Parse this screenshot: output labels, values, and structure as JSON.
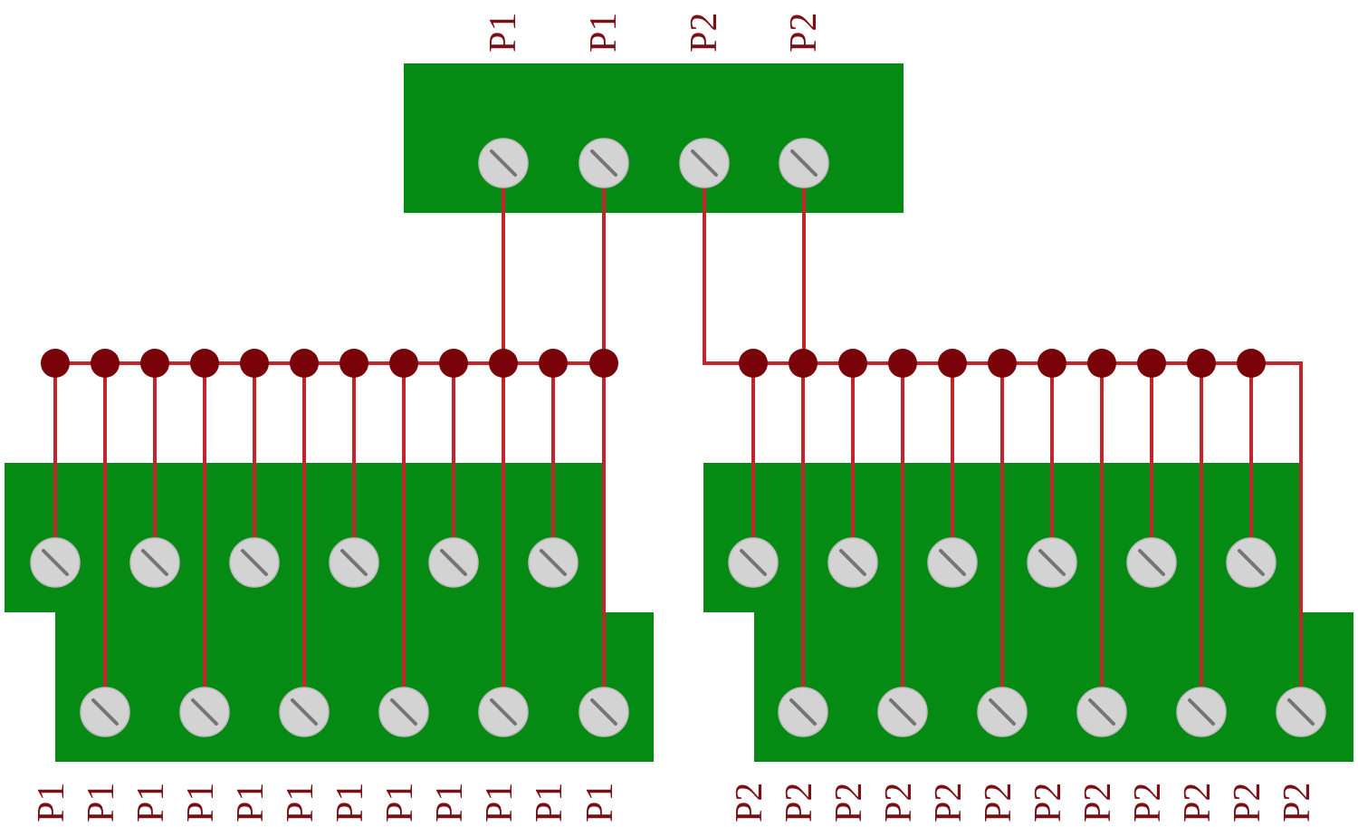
{
  "top_connector": {
    "labels": [
      "P1",
      "P1",
      "P2",
      "P2"
    ]
  },
  "bottom_left": {
    "labels": [
      "P1",
      "P1",
      "P1",
      "P1",
      "P1",
      "P1",
      "P1",
      "P1",
      "P1",
      "P1",
      "P1",
      "P1"
    ]
  },
  "bottom_right": {
    "labels": [
      "P2",
      "P2",
      "P2",
      "P2",
      "P2",
      "P2",
      "P2",
      "P2",
      "P2",
      "P2",
      "P2",
      "P2"
    ]
  },
  "colors": {
    "board": "#058a13",
    "wire": "#c0262b",
    "node": "#7a0309",
    "screw": "#d3d3d3",
    "label": "#7a1016"
  }
}
